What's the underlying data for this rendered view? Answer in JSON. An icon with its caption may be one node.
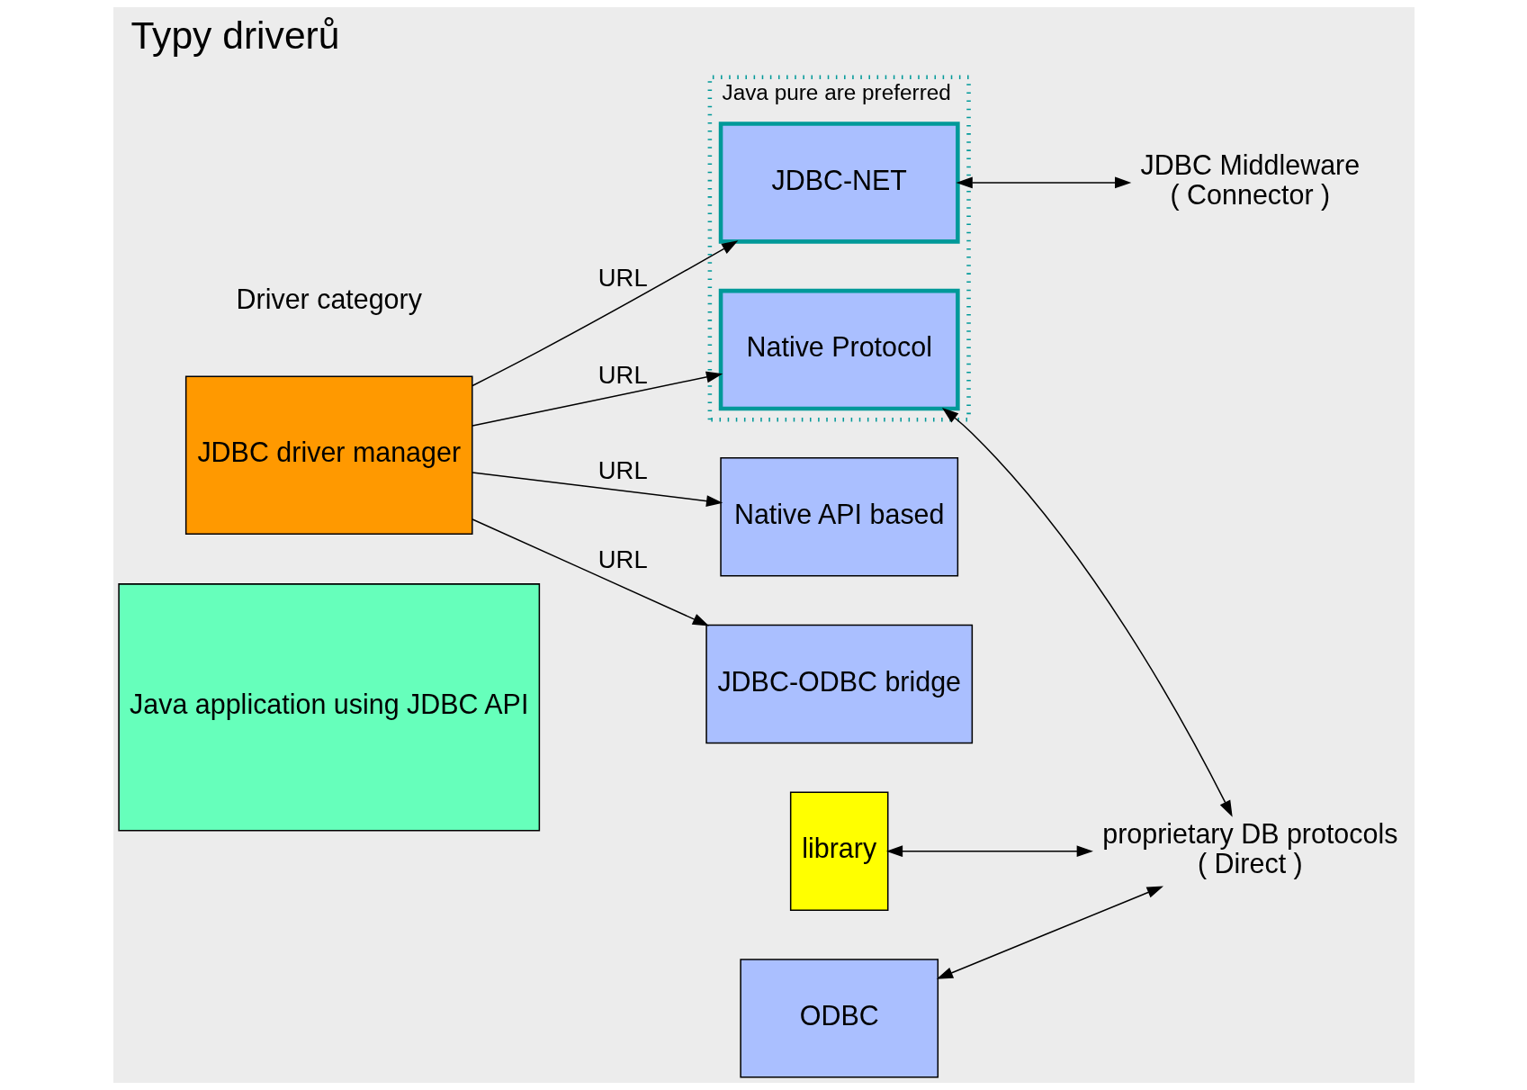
{
  "diagram": {
    "title": "Typy driverů",
    "nodes": [
      {
        "text": [
          "Java application using JDBC API"
        ]
      },
      {
        "text": [
          "JDBC driver manager"
        ]
      },
      {
        "text": [
          "Java pure are preferred"
        ]
      },
      {
        "text": [
          "JDBC-NET"
        ],
        "in": 2
      },
      {
        "text": [
          "Native Protocol"
        ],
        "in": 2
      },
      {
        "text": [
          "Native API based"
        ]
      },
      {
        "text": [
          "library"
        ]
      },
      {
        "text": [
          "JDBC-ODBC bridge"
        ]
      },
      {
        "text": [
          "ODBC"
        ]
      },
      {
        "text": [
          "JDBC Middleware",
          "( Connector )"
        ]
      },
      {
        "text": [
          "proprietary DB protocols",
          "( Direct )"
        ]
      }
    ],
    "edges": [
      {
        "from": 1,
        "to": 3,
        "arrow": "to",
        "label": "URL"
      },
      {
        "from": 1,
        "to": 4,
        "arrow": "to",
        "label": "URL"
      },
      {
        "from": 1,
        "to": 5,
        "arrow": "to",
        "label": "URL"
      },
      {
        "from": 1,
        "to": 7,
        "arrow": "to",
        "label": "URL"
      },
      {
        "from": 3,
        "to": 9,
        "arrow": "both"
      },
      {
        "from": 4,
        "to": 10,
        "arrow": "both"
      },
      {
        "from": 6,
        "to": 10,
        "arrow": "both"
      },
      {
        "from": 8,
        "to": 10,
        "arrow": "both"
      }
    ],
    "labels": [
      "Driver category"
    ]
  }
}
